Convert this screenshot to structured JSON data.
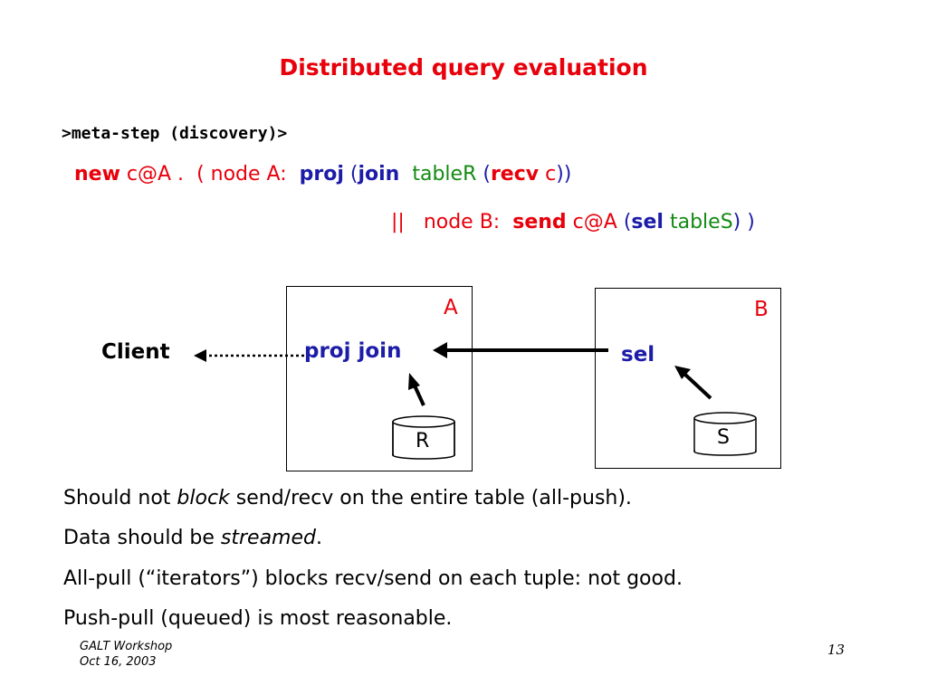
{
  "slide": {
    "title": "Distributed query evaluation",
    "meta_step": ">meta-step (discovery)>",
    "code_line1": {
      "new": "new",
      "c_at_a": "c@A .",
      "node_a_open": "( node A:",
      "proj": "proj",
      "paren1": "(",
      "join": "join",
      "table_r": "tableR",
      "paren2": "(",
      "recv": "recv",
      "c": "c",
      "close": "))"
    },
    "code_line2": {
      "parallel": "||",
      "node_b": "node B:",
      "send": "send",
      "c_at_a": "c@A",
      "paren": "(",
      "sel": "sel",
      "table_s": "tableS",
      "close": ") )"
    },
    "diagram": {
      "client_label": "Client",
      "node_a_label": "A",
      "node_b_label": "B",
      "proj_join_label": "proj join",
      "sel_label": "sel",
      "table_r_label": "R",
      "table_s_label": "S"
    },
    "bullets": {
      "b1_pre": "Should not ",
      "b1_em": "block",
      "b1_post": " send/recv on the entire table (all-push).",
      "b2_pre": "Data should be ",
      "b2_em": "streamed",
      "b2_post": ".",
      "b3": "All-pull (“iterators”) blocks recv/send on each tuple: not good.",
      "b4": "Push-pull (queued) is most reasonable."
    },
    "footer": {
      "workshop": "GALT Workshop",
      "date": "Oct 16, 2003",
      "page_number": "13"
    }
  },
  "colors": {
    "title": "#e8000b",
    "keyword_blue": "#1c1ca8",
    "keyword_green": "#138a13",
    "keyword_red": "#e8000b"
  }
}
